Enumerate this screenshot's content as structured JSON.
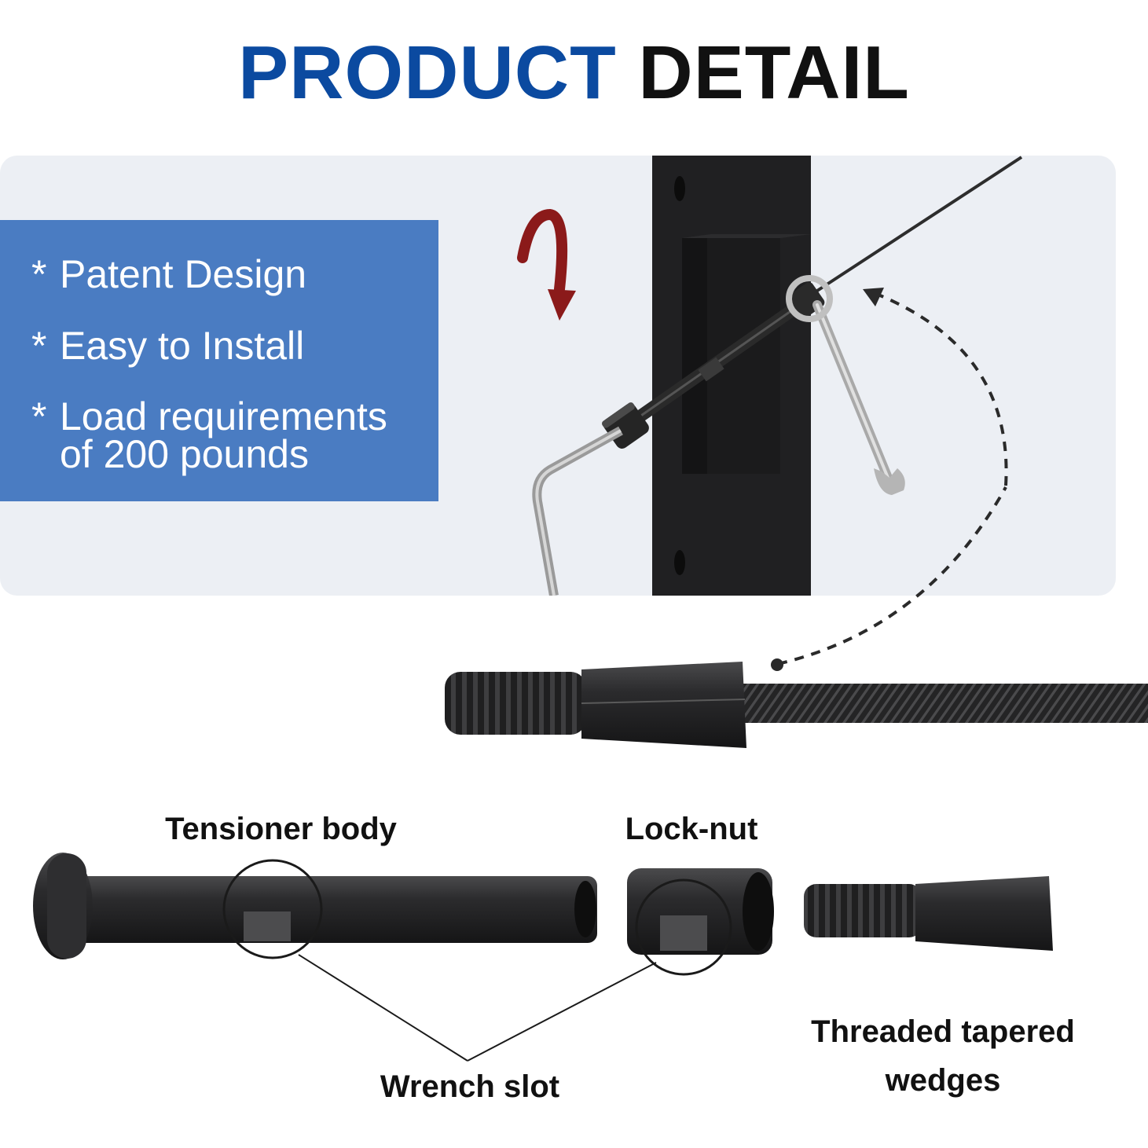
{
  "header": {
    "title_part1": "PRODUCT",
    "title_part2": "DETAIL"
  },
  "features": [
    {
      "bullet": "*",
      "text": "Patent Design"
    },
    {
      "bullet": "*",
      "text": "Easy to Install"
    },
    {
      "bullet": "*",
      "text": "Load requirements of 200 pounds"
    }
  ],
  "labels": {
    "tensioner_body": "Tensioner body",
    "lock_nut": "Lock-nut",
    "wrench_slot": "Wrench slot",
    "threaded_wedges_line1": "Threaded tapered",
    "threaded_wedges_line2": "wedges"
  },
  "colors": {
    "title_blue": "#0b4aa0",
    "feature_box": "#4a7cc2",
    "panel_bg": "#eceff4",
    "arrow_red": "#8b1a1a"
  }
}
